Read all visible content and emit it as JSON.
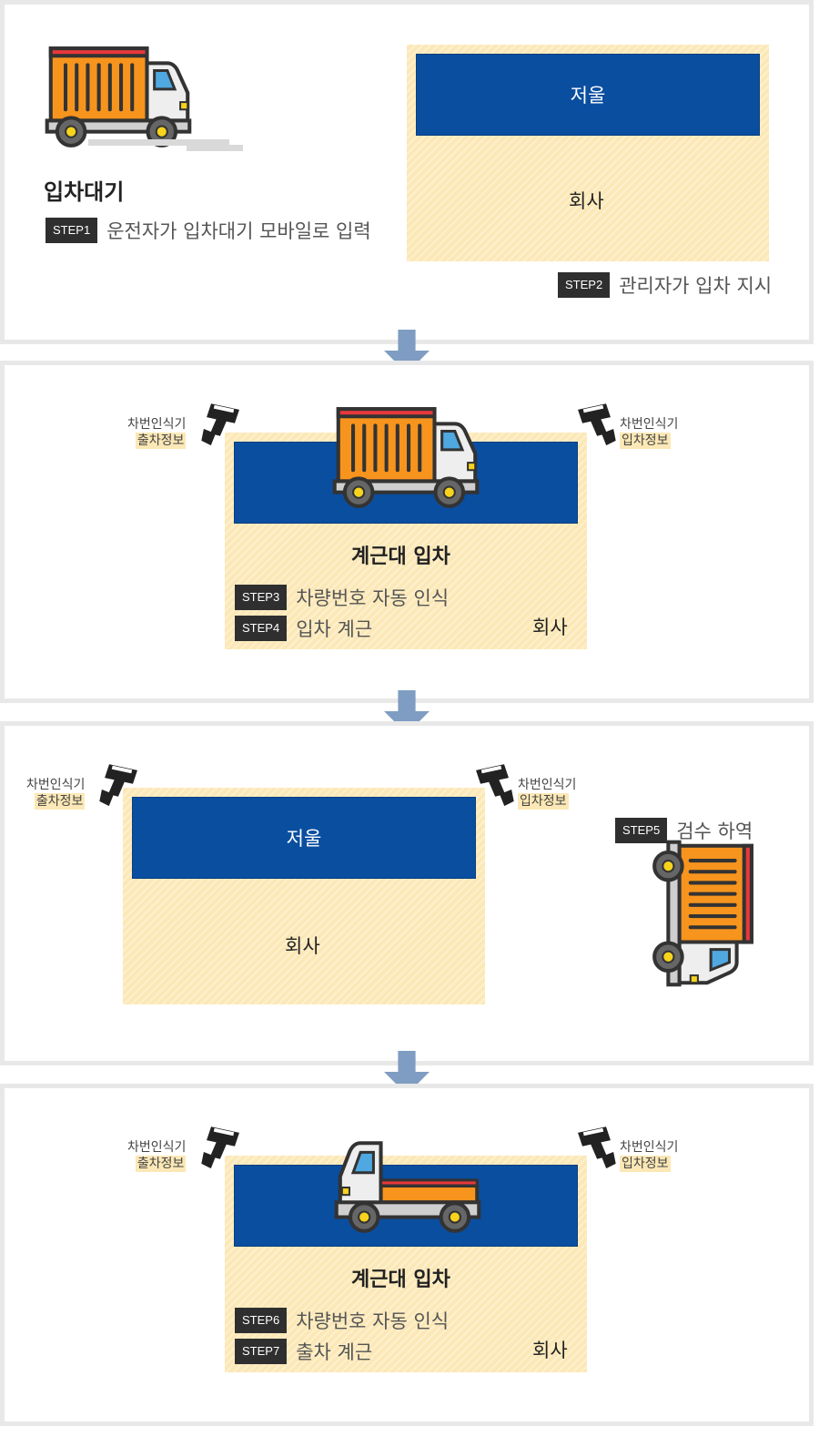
{
  "panel1": {
    "heading": "입차대기",
    "step1": {
      "badge": "STEP1",
      "text": "운전자가 입차대기 모바일로 입력"
    },
    "scale_label": "저울",
    "company_label": "회사",
    "step2": {
      "badge": "STEP2",
      "text": "관리자가 입차 지시"
    }
  },
  "panel2": {
    "camera_left": {
      "line1": "차번인식기",
      "line2": "출차정보"
    },
    "camera_right": {
      "line1": "차번인식기",
      "line2": "입차정보"
    },
    "title": "계근대 입차",
    "step3": {
      "badge": "STEP3",
      "text": "차량번호 자동 인식"
    },
    "step4": {
      "badge": "STEP4",
      "text": "입차 계근"
    },
    "company_label": "회사"
  },
  "panel3": {
    "camera_left": {
      "line1": "차번인식기",
      "line2": "출차정보"
    },
    "camera_right": {
      "line1": "차번인식기",
      "line2": "입차정보"
    },
    "scale_label": "저울",
    "company_label": "회사",
    "step5": {
      "badge": "STEP5",
      "text": "검수 하역"
    }
  },
  "panel4": {
    "camera_left": {
      "line1": "차번인식기",
      "line2": "출차정보"
    },
    "camera_right": {
      "line1": "차번인식기",
      "line2": "입차정보"
    },
    "title": "계근대 입차",
    "step6": {
      "badge": "STEP6",
      "text": "차량번호 자동 인식"
    },
    "step7": {
      "badge": "STEP7",
      "text": "출차 계근"
    },
    "company_label": "회사"
  },
  "colors": {
    "scale_blue": "#0a4ea0",
    "area_yellow": "#fce8b6",
    "badge_dark": "#2f2f2f",
    "arrow_blue": "#7f9dc2",
    "panel_border": "#e8e8e8",
    "truck_orange": "#f7941d"
  },
  "icons": [
    "truck-icon",
    "cctv-camera-icon",
    "down-arrow-icon"
  ]
}
